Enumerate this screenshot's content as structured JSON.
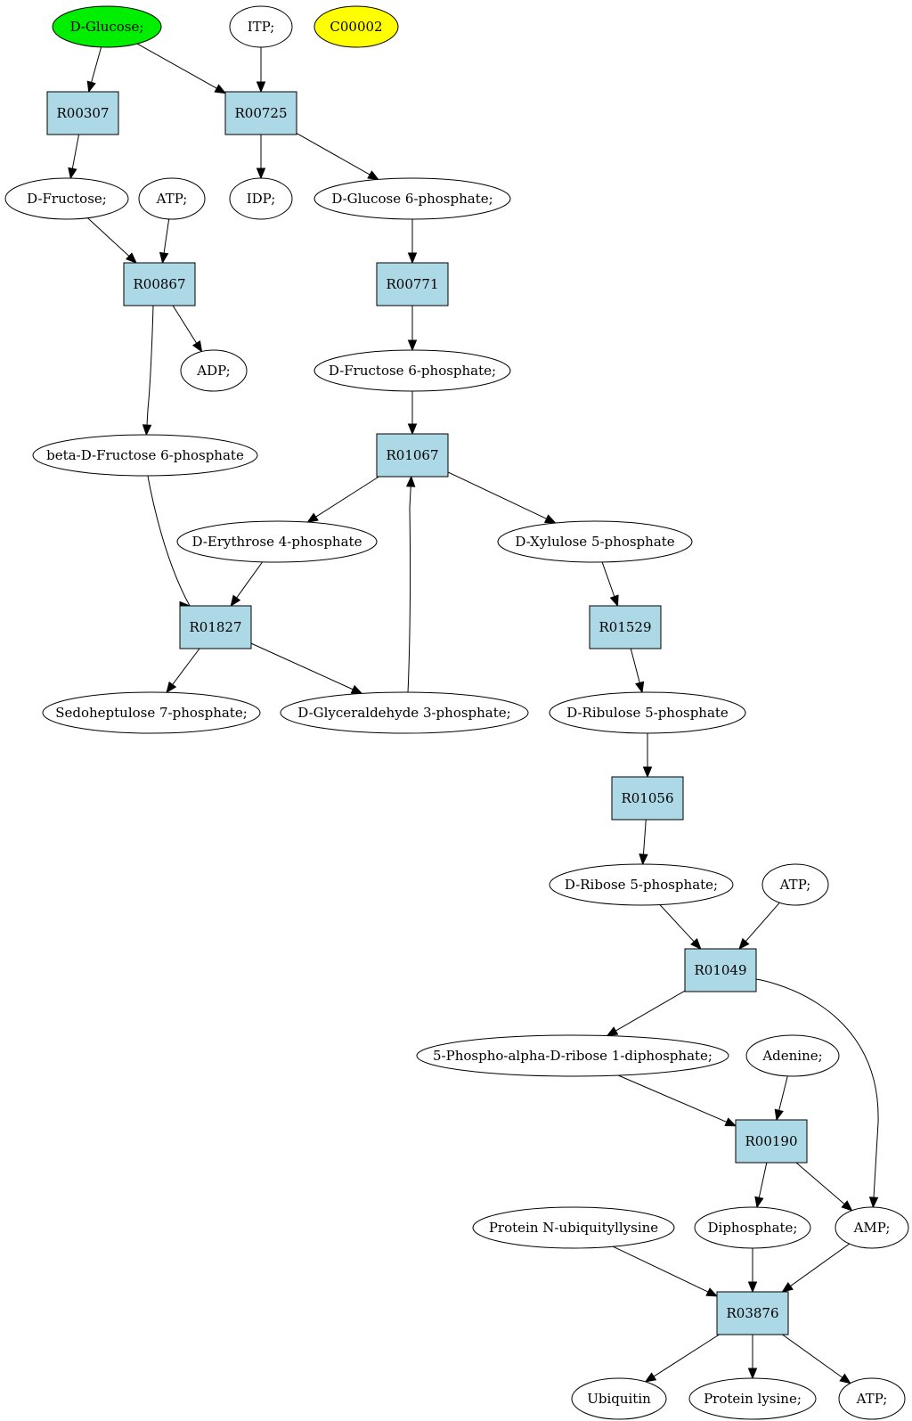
{
  "colors": {
    "reaction_fill": "#add8e6",
    "compound_fill": "#ffffff",
    "highlight_start": "#00ee00",
    "highlight_target": "#ffff00",
    "stroke": "#000000"
  },
  "nodes": [
    {
      "id": "dglucose",
      "label": "D-Glucose;",
      "kind": "compound",
      "fill": "#00ee00"
    },
    {
      "id": "itp",
      "label": "ITP;",
      "kind": "compound"
    },
    {
      "id": "c00002",
      "label": "C00002",
      "kind": "compound",
      "fill": "#ffff00"
    },
    {
      "id": "r00307",
      "label": "R00307",
      "kind": "reaction"
    },
    {
      "id": "r00725",
      "label": "R00725",
      "kind": "reaction"
    },
    {
      "id": "dfructose",
      "label": "D-Fructose;",
      "kind": "compound"
    },
    {
      "id": "atp1",
      "label": "ATP;",
      "kind": "compound"
    },
    {
      "id": "idp",
      "label": "IDP;",
      "kind": "compound"
    },
    {
      "id": "g6p",
      "label": "D-Glucose 6-phosphate;",
      "kind": "compound"
    },
    {
      "id": "r00867",
      "label": "R00867",
      "kind": "reaction"
    },
    {
      "id": "r00771",
      "label": "R00771",
      "kind": "reaction"
    },
    {
      "id": "adp",
      "label": "ADP;",
      "kind": "compound"
    },
    {
      "id": "f6p",
      "label": "D-Fructose 6-phosphate;",
      "kind": "compound"
    },
    {
      "id": "bf6p",
      "label": "beta-D-Fructose 6-phosphate",
      "kind": "compound"
    },
    {
      "id": "r01067",
      "label": "R01067",
      "kind": "reaction"
    },
    {
      "id": "e4p",
      "label": "D-Erythrose 4-phosphate",
      "kind": "compound"
    },
    {
      "id": "x5p",
      "label": "D-Xylulose 5-phosphate",
      "kind": "compound"
    },
    {
      "id": "r01827",
      "label": "R01827",
      "kind": "reaction"
    },
    {
      "id": "r01529",
      "label": "R01529",
      "kind": "reaction"
    },
    {
      "id": "s7p",
      "label": "Sedoheptulose 7-phosphate;",
      "kind": "compound"
    },
    {
      "id": "g3p",
      "label": "D-Glyceraldehyde 3-phosphate;",
      "kind": "compound"
    },
    {
      "id": "ru5p",
      "label": "D-Ribulose 5-phosphate",
      "kind": "compound"
    },
    {
      "id": "r01056",
      "label": "R01056",
      "kind": "reaction"
    },
    {
      "id": "r5p",
      "label": "D-Ribose 5-phosphate;",
      "kind": "compound"
    },
    {
      "id": "atp2",
      "label": "ATP;",
      "kind": "compound"
    },
    {
      "id": "r01049",
      "label": "R01049",
      "kind": "reaction"
    },
    {
      "id": "prpp",
      "label": "5-Phospho-alpha-D-ribose 1-diphosphate;",
      "kind": "compound"
    },
    {
      "id": "adenine",
      "label": "Adenine;",
      "kind": "compound"
    },
    {
      "id": "r00190",
      "label": "R00190",
      "kind": "reaction"
    },
    {
      "id": "pnul",
      "label": "Protein N-ubiquityllysine",
      "kind": "compound"
    },
    {
      "id": "diphosphate",
      "label": "Diphosphate;",
      "kind": "compound"
    },
    {
      "id": "amp",
      "label": "AMP;",
      "kind": "compound"
    },
    {
      "id": "r03876",
      "label": "R03876",
      "kind": "reaction"
    },
    {
      "id": "ubiquitin",
      "label": "Ubiquitin",
      "kind": "compound"
    },
    {
      "id": "plys",
      "label": "Protein lysine;",
      "kind": "compound"
    },
    {
      "id": "atp3",
      "label": "ATP;",
      "kind": "compound"
    }
  ],
  "edges": [
    {
      "from": "dglucose",
      "to": "r00307"
    },
    {
      "from": "dglucose",
      "to": "r00725"
    },
    {
      "from": "itp",
      "to": "r00725"
    },
    {
      "from": "r00307",
      "to": "dfructose"
    },
    {
      "from": "r00725",
      "to": "idp"
    },
    {
      "from": "r00725",
      "to": "g6p"
    },
    {
      "from": "dfructose",
      "to": "r00867"
    },
    {
      "from": "atp1",
      "to": "r00867"
    },
    {
      "from": "g6p",
      "to": "r00771"
    },
    {
      "from": "r00867",
      "to": "adp"
    },
    {
      "from": "r00867",
      "to": "bf6p"
    },
    {
      "from": "r00771",
      "to": "f6p"
    },
    {
      "from": "f6p",
      "to": "r01067"
    },
    {
      "from": "r01067",
      "to": "e4p"
    },
    {
      "from": "r01067",
      "to": "x5p"
    },
    {
      "from": "bf6p",
      "to": "r01827"
    },
    {
      "from": "e4p",
      "to": "r01827"
    },
    {
      "from": "g3p",
      "to": "r01067"
    },
    {
      "from": "r01827",
      "to": "s7p"
    },
    {
      "from": "r01827",
      "to": "g3p"
    },
    {
      "from": "x5p",
      "to": "r01529"
    },
    {
      "from": "r01529",
      "to": "ru5p"
    },
    {
      "from": "ru5p",
      "to": "r01056"
    },
    {
      "from": "r01056",
      "to": "r5p"
    },
    {
      "from": "r5p",
      "to": "r01049"
    },
    {
      "from": "atp2",
      "to": "r01049"
    },
    {
      "from": "r01049",
      "to": "prpp"
    },
    {
      "from": "r01049",
      "to": "amp"
    },
    {
      "from": "prpp",
      "to": "r00190"
    },
    {
      "from": "adenine",
      "to": "r00190"
    },
    {
      "from": "r00190",
      "to": "diphosphate"
    },
    {
      "from": "r00190",
      "to": "amp"
    },
    {
      "from": "pnul",
      "to": "r03876"
    },
    {
      "from": "diphosphate",
      "to": "r03876"
    },
    {
      "from": "amp",
      "to": "r03876"
    },
    {
      "from": "r03876",
      "to": "ubiquitin"
    },
    {
      "from": "r03876",
      "to": "plys"
    },
    {
      "from": "r03876",
      "to": "atp3"
    }
  ]
}
